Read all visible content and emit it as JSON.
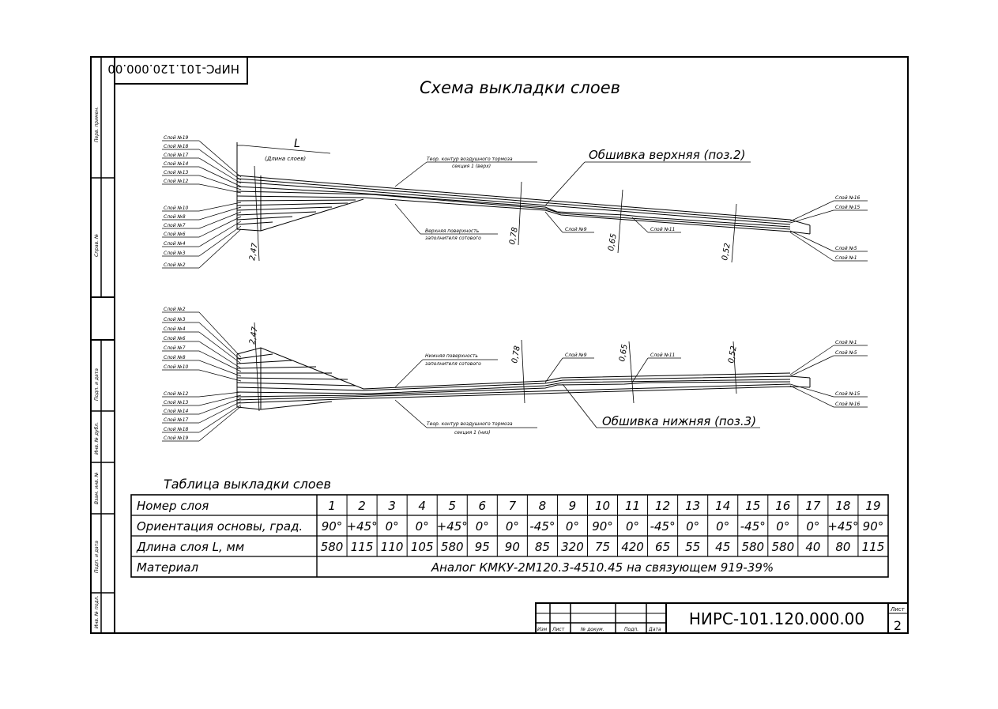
{
  "drawing": {
    "title": "Схема выкладки слоев",
    "rotated_code": "НИРС-101.120.000.00",
    "upper_skin_label": "Обшивка верхняя (поз.2)",
    "lower_skin_label": "Обшивка нижняя (поз.3)",
    "length_label": "L",
    "length_sublabel": "(Длина слоев)",
    "upper_theor_contour": "Теор. контур воздушного тормоза",
    "upper_theor_section": "секция 1 (верх)",
    "upper_core_surface": "Верхняя поверхность",
    "upper_core_surface2": "заполнителя сотового",
    "lower_core_surface": "Нижняя поверхность",
    "lower_core_surface2": "заполнителя сотового",
    "lower_theor_contour": "Теор. контур воздушного тормоза",
    "lower_theor_section": "секция 1 (низ)",
    "upper_left_layers": [
      "Слой №19",
      "Слой №18",
      "Слой №17",
      "Слой №14",
      "Слой №13",
      "Слой №12",
      "Слой №10",
      "Слой №8",
      "Слой №7",
      "Слой №6",
      "Слой №4",
      "Слой №3",
      "Слой №2"
    ],
    "lower_left_layers": [
      "Слой №2",
      "Слой №3",
      "Слой №4",
      "Слой №6",
      "Слой №7",
      "Слой №8",
      "Слой №10",
      "Слой №12",
      "Слой №13",
      "Слой №14",
      "Слой №17",
      "Слой №18",
      "Слой №19"
    ],
    "upper_right_layers": [
      "Слой №16",
      "Слой №15",
      "Слой №5",
      "Слой №1"
    ],
    "lower_right_layers": [
      "Слой №1",
      "Слой №5",
      "Слой №15",
      "Слой №16"
    ],
    "layer9": "Слой №9",
    "layer11": "Слой №11",
    "dim_247": "2,47",
    "dim_078": "0,78",
    "dim_065": "0,65",
    "dim_052": "0,52"
  },
  "table": {
    "caption": "Таблица выкладки слоев",
    "row_headers": [
      "Номер слоя",
      "Ориентация основы, град.",
      "Длина слоя L, мм",
      "Материал"
    ],
    "numbers": [
      "1",
      "2",
      "3",
      "4",
      "5",
      "6",
      "7",
      "8",
      "9",
      "10",
      "11",
      "12",
      "13",
      "14",
      "15",
      "16",
      "17",
      "18",
      "19"
    ],
    "orientation": [
      "90°",
      "+45°",
      "0°",
      "0°",
      "+45°",
      "0°",
      "0°",
      "-45°",
      "0°",
      "90°",
      "0°",
      "-45°",
      "0°",
      "0°",
      "-45°",
      "0°",
      "0°",
      "+45°",
      "90°"
    ],
    "length": [
      "580",
      "115",
      "110",
      "105",
      "580",
      "95",
      "90",
      "85",
      "320",
      "75",
      "420",
      "65",
      "55",
      "45",
      "580",
      "580",
      "40",
      "80",
      "115"
    ],
    "material": "Аналог КМКУ-2М120.3-4510.45 на связующем 919-39%"
  },
  "side_strip": [
    "Перв. примен.",
    "Справ. №",
    "Подп. и дата",
    "Инв. № дубл.",
    "Взам. инв. №",
    "Подп. и дата",
    "Инв. № подл."
  ],
  "title_block": {
    "code": "НИРС-101.120.000.00",
    "sheet_label": "Лист",
    "sheet_number": "2",
    "cols": [
      "Изм",
      "Лист",
      "№ докум.",
      "Подп.",
      "Дата"
    ]
  }
}
